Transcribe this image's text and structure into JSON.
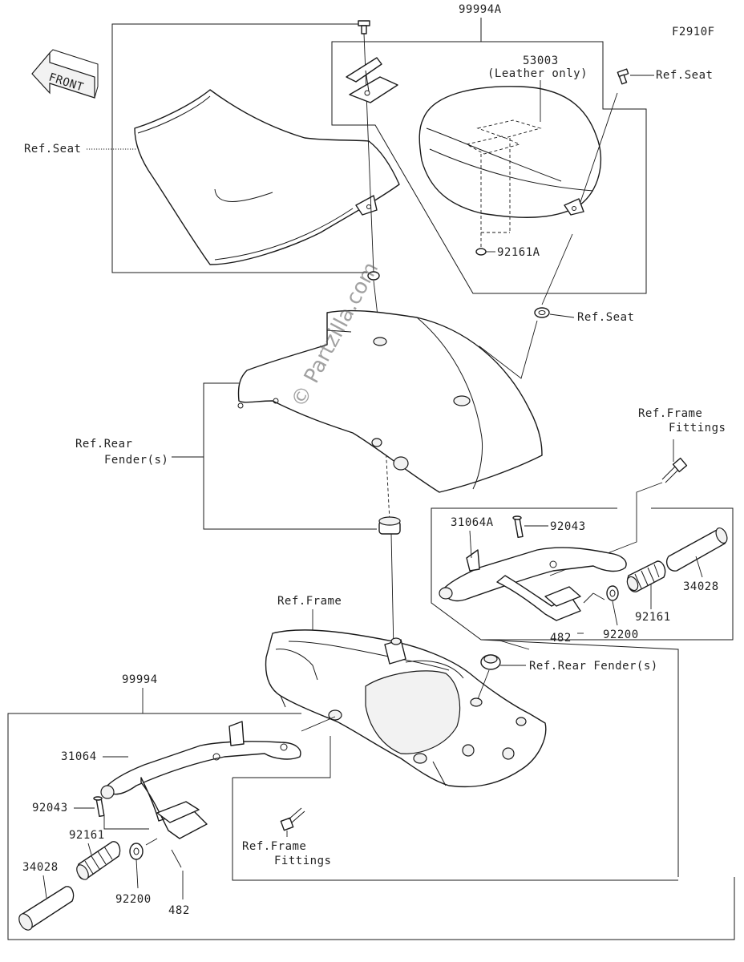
{
  "diagram": {
    "code": "F2910F",
    "front_label": "FRONT",
    "watermark": "© Partzilla.com",
    "labels": {
      "kit_upper": "99994A",
      "seat_cover": "53003",
      "seat_cover_note": "(Leather only)",
      "ref_seat_bolt": "Ref.Seat",
      "ref_seat_left": "Ref.Seat",
      "ref_seat_washer": "Ref.Seat",
      "damper_upper": "92161A",
      "ref_rear_fender_line1": "Ref.Rear",
      "ref_rear_fender_line2": "Fender(s)",
      "ref_frame_fittings_right_line1": "Ref.Frame",
      "ref_frame_fittings_right_line2": "Fittings",
      "bracket_right": "31064A",
      "pin_right": "92043",
      "grip_right": "34028",
      "damper_right": "92161",
      "washer_right": "92200",
      "cotter_right": "482",
      "ref_frame": "Ref.Frame",
      "ref_rear_fender_small": "Ref.Rear Fender(s)",
      "kit_lower": "99994",
      "bracket_left": "31064",
      "pin_left": "92043",
      "damper_left": "92161",
      "grip_left": "34028",
      "washer_left": "92200",
      "cotter_left": "482",
      "ref_frame_fittings_left_line1": "Ref.Frame",
      "ref_frame_fittings_left_line2": "Fittings"
    }
  }
}
